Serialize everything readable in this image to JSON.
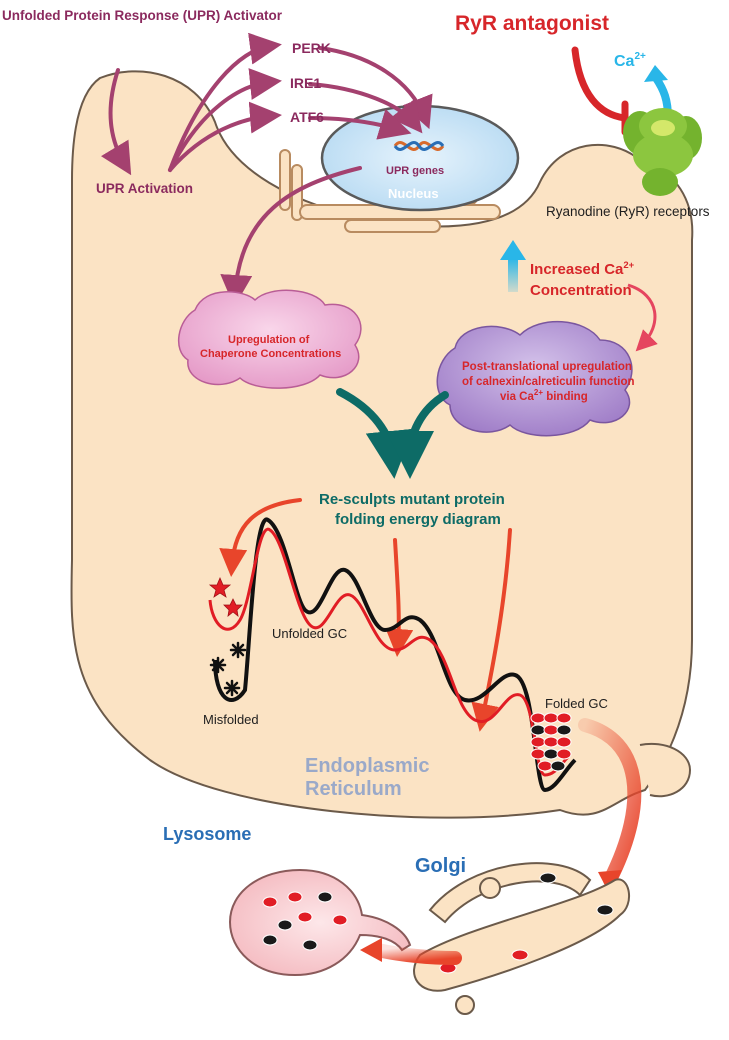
{
  "labels": {
    "upr_activator": "Unfolded Protein Response (UPR) Activator",
    "upr_activation": "UPR Activation",
    "perk": "PERK",
    "ire1": "IRE1",
    "atf6": "ATF6",
    "upr_genes": "UPR genes",
    "nucleus": "Nucleus",
    "ryr_antagonist": "RyR antagonist",
    "ca_base": "Ca",
    "ca_sup": "2+",
    "ryr_receptors": "Ryanodine (RyR) receptors",
    "increased_line1_base": "Increased Ca",
    "increased_line1_sup": "2+",
    "increased_line2": "Concentration",
    "chaperone_line1": "Upregulation of",
    "chaperone_line2": "Chaperone Concentrations",
    "posttrans_line1": "Post-translational  upregulation",
    "posttrans_line2": "of calnexin/calreticulin function",
    "posttrans_line3_pre": "via Ca",
    "posttrans_line3_sup": "2+",
    "posttrans_line3_post": " binding",
    "resculpt_line1": "Re-sculpts mutant protein",
    "resculpt_line2": "folding energy diagram",
    "unfolded_gc": "Unfolded GC",
    "misfolded": "Misfolded",
    "folded_gc": "Folded GC",
    "er_line1": "Endoplasmic",
    "er_line2": "Reticulum",
    "lysosome": "Lysosome",
    "golgi": "Golgi"
  },
  "colors": {
    "cytoplasm": "#fbe3c4",
    "cytoplasm_outline": "#6b5a4a",
    "upr_text": "#8b2a5e",
    "upr_arrow": "#a4416f",
    "red_text": "#d7262a",
    "teal": "#0d6b66",
    "blue_title": "#2a6eb5",
    "er_label": "#9aa9c9",
    "nucleus_fill": "#cfe6f7",
    "chaperone_cloud": "#efb3d6",
    "posttrans_cloud": "#b79ad6",
    "receptor_green": "#8cc63f",
    "ca_arrow": "#29b6e8",
    "lysosome_fill": "#f8d3d6",
    "protein_red": "#e11d25",
    "protein_black": "#1a1a1a"
  },
  "icons": [
    "dna-icon",
    "ryanodine-receptor-icon",
    "star-protein-icon",
    "blocked-arrow-icon"
  ]
}
